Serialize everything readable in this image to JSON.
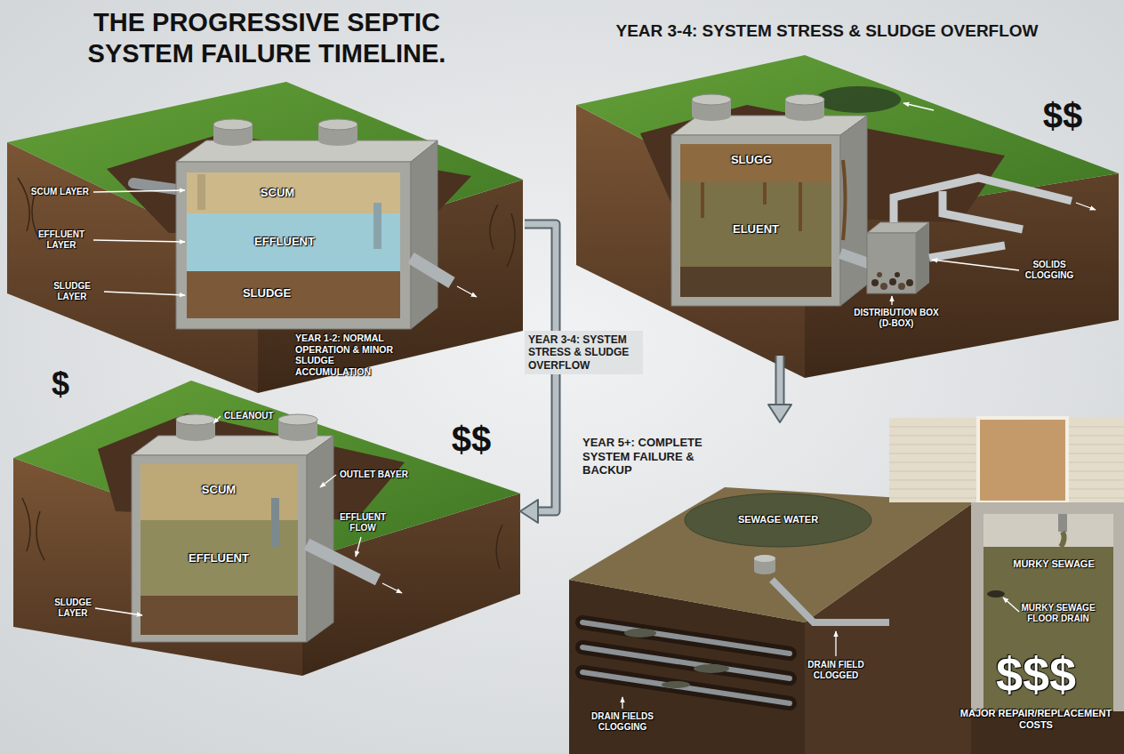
{
  "diagram": {
    "title": "THE PROGRESSIVE SEPTIC SYSTEM FAILURE TIMELINE.",
    "nodes": [
      {
        "text": [
          "SCUM LAYER",
          "SCUM",
          "EFFLUENT LAYER",
          "EFFLUENT",
          "SLUDGE LAYER",
          "SLUDGE",
          "YEAR 1-2: NORMAL OPERATION & MINOR SLUDGE ACCUMULATION"
        ]
      },
      {
        "text": [
          "YEAR 3-4: SYSTEM STRESS & SLUDGE OVERFLOW",
          "SLUGG",
          "ELUENT",
          "SOLIDS CLOGGING",
          "DISTRIBUTION BOX (D-BOX)"
        ]
      },
      {
        "text": [
          "CLEANOUT",
          "OUTLET BAYER",
          "SCUM",
          "EFFLUENT FLOW",
          "EFFLUENT",
          "SLUDGE LAYER"
        ]
      },
      {
        "text": [
          "YEAR 5+: COMPLETE SYSTEM FAILURE & BACKUP",
          "SEWAGE WATER",
          "MURKY SEWAGE",
          "MURKY SEWAGE FLOOR DRAIN",
          "DRAIN FIELD CLOGGED",
          "DRAIN FIELDS CLOGGING"
        ]
      }
    ],
    "edges": [
      {
        "from": 0,
        "to": 2,
        "label": "YEAR 3-4: SYSTEM STRESS & SLUDGE OVERFLOW",
        "arrow": "to"
      },
      {
        "from": 1,
        "to": 3,
        "arrow": "to"
      }
    ],
    "labels": [
      "$$",
      "$",
      "$$",
      "$$$",
      "MAJOR REPAIR/REPLACEMENT COSTS"
    ]
  }
}
